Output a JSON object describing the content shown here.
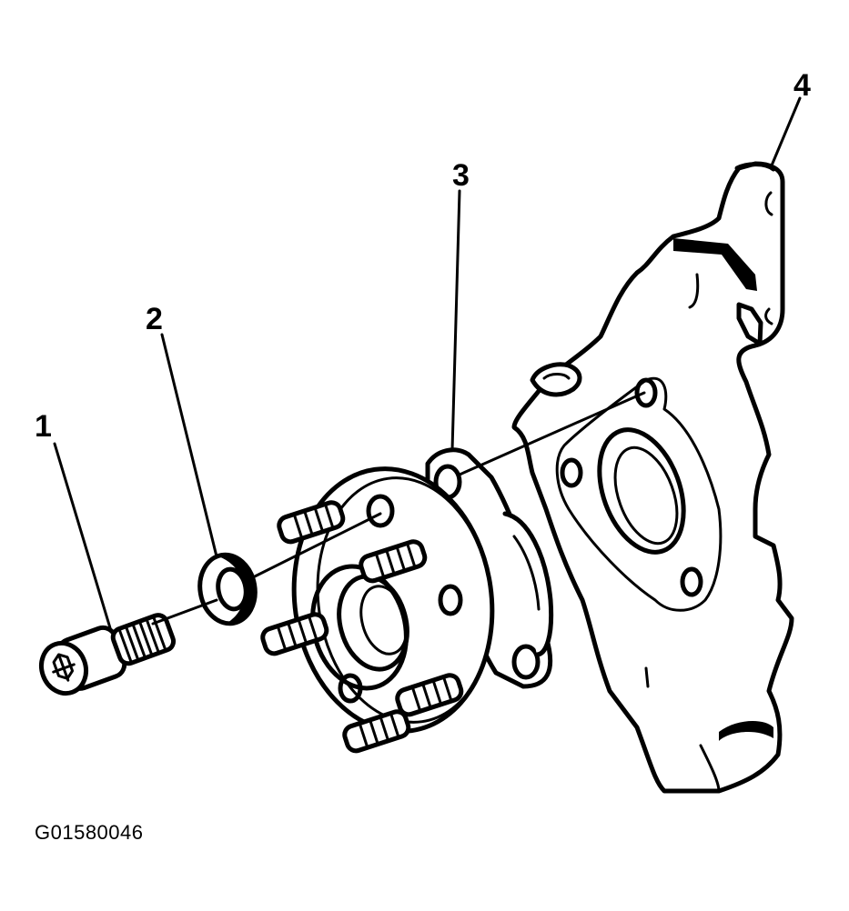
{
  "callouts": {
    "c1": "1",
    "c2": "2",
    "c3": "3",
    "c4": "4"
  },
  "figure_id": "G01580046",
  "colors": {
    "ink": "#000000",
    "paper": "#ffffff"
  }
}
